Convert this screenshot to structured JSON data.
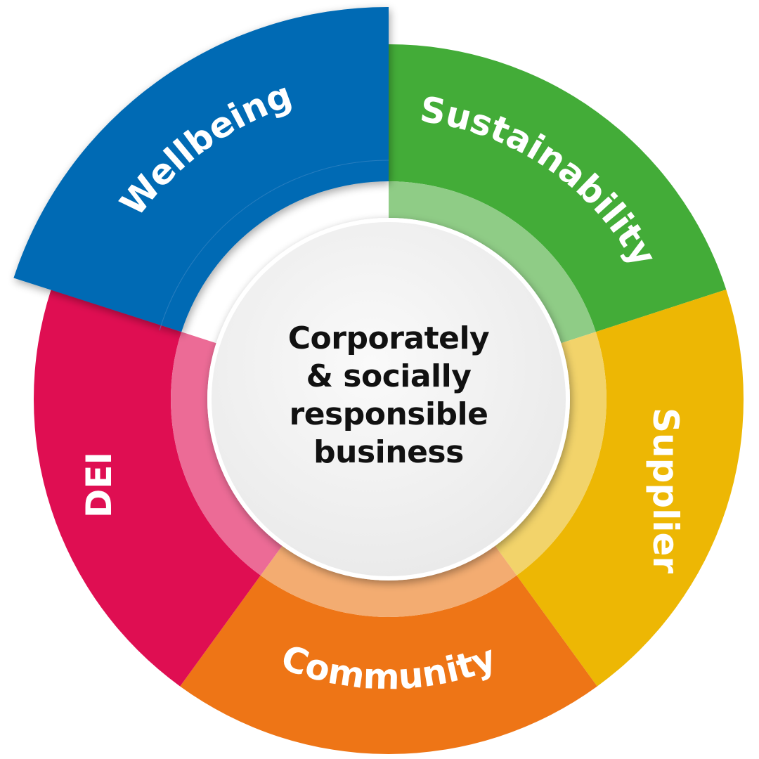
{
  "diagram": {
    "center": {
      "lines": [
        "Corporately",
        "& socially",
        "responsible",
        "business"
      ],
      "fill": "#f2f2f2",
      "text_color": "#111111"
    },
    "segments": [
      {
        "label": "Sustainability",
        "color": "#43ac38",
        "inner_color": "#8fcc86"
      },
      {
        "label": "Supplier",
        "color": "#edb704",
        "inner_color": "#f2d36a"
      },
      {
        "label": "Community",
        "color": "#ee7516",
        "inner_color": "#f3ac71"
      },
      {
        "label": "DEI",
        "color": "#df0e52",
        "inner_color": "#ec6b96"
      },
      {
        "label": "Wellbeing",
        "color": "#026ab4",
        "inner_color": "#026ab4",
        "exploded": true
      }
    ]
  }
}
